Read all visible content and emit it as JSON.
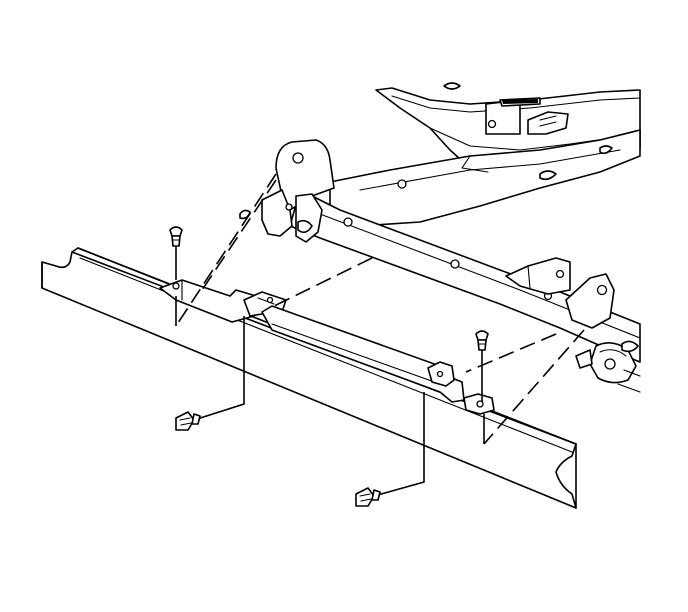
{
  "figure": {
    "labels": [],
    "colors": {
      "line": "#000000",
      "background": "#ffffff"
    },
    "parts": {
      "frame": "vehicle-frame-crossmember",
      "shield": "underbody-shield-panel",
      "fasteners": [
        "push-pin-retainer-left",
        "push-pin-retainer-right",
        "bolt-front-left",
        "bolt-front-right"
      ]
    }
  }
}
